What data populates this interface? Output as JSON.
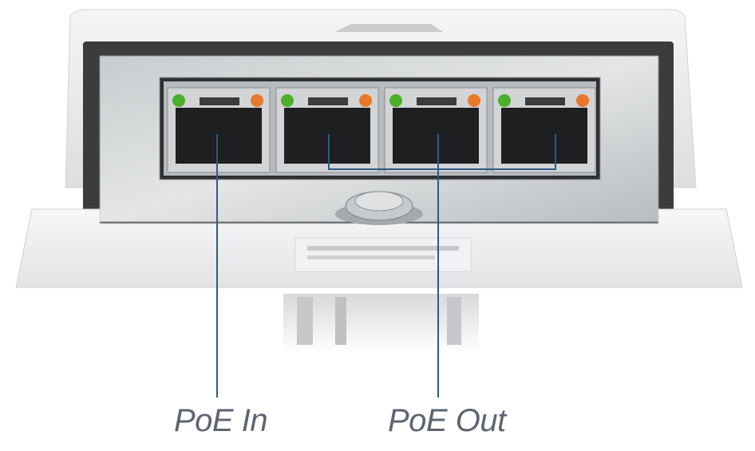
{
  "callouts": {
    "poe_in": "PoE In",
    "poe_out": "PoE Out"
  },
  "device": {
    "port_count": 4,
    "led_colors": {
      "link": "#4caf2a",
      "activity": "#e8782a"
    },
    "leader_color": "#2f5a86"
  }
}
